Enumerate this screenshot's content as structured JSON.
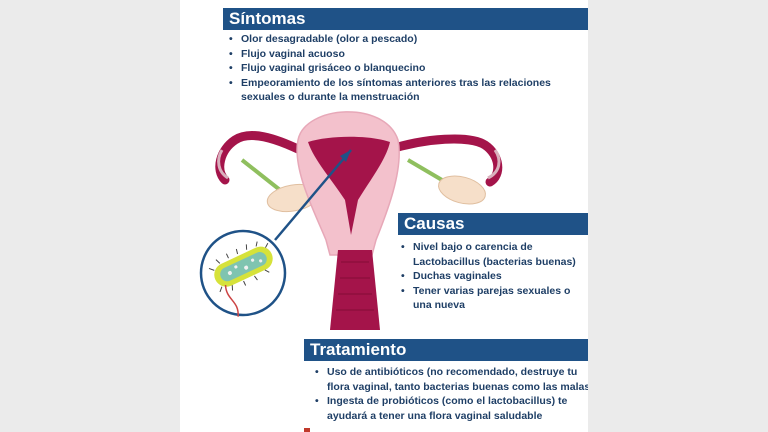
{
  "sintomas": {
    "title": "Síntomas",
    "items": [
      [
        "Olor desagradable (olor a pescado)"
      ],
      [
        "Flujo vaginal acuoso"
      ],
      [
        "Flujo vaginal grisáceo o blanquecino"
      ],
      [
        "Empeoramiento de los síntomas anteriores tras las relaciones",
        "sexuales o durante la menstruación"
      ]
    ]
  },
  "causas": {
    "title": "Causas",
    "items": [
      [
        "Nivel bajo o carencia de",
        "Lactobacillus (bacterias buenas)"
      ],
      [
        "Duchas vaginales"
      ],
      [
        "Tener varias parejas sexuales o",
        "una nueva"
      ]
    ]
  },
  "tratamiento": {
    "title": "Tratamiento",
    "items": [
      [
        "Uso de antibióticos (no recomendado, destruye tu",
        "flora vaginal, tanto bacterias buenas como las malas)"
      ],
      [
        "Ingesta de probióticos (como el lactobacillus) te",
        "ayudará a tener una flora vaginal saludable"
      ]
    ]
  },
  "colors": {
    "header_bg": "#1f5287",
    "text": "#1f3f66",
    "uterus_outer": "#f3c1cc",
    "uterus_inner": "#a4144a",
    "tube": "#a4144a",
    "ovary": "#f6dfc9",
    "bacteria_ring": "#d6e23a",
    "bacteria_body": "#7fc4b0",
    "pointer_line": "#1f5287"
  }
}
